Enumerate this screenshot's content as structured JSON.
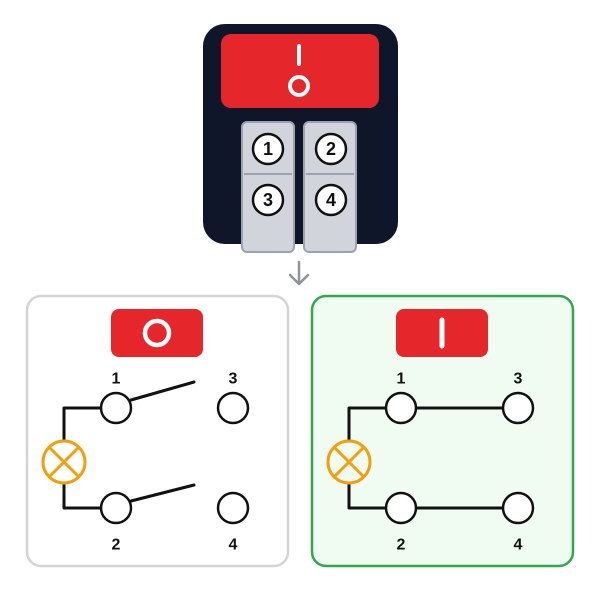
{
  "switch": {
    "body_color": "#0f1629",
    "rocker_color": "#e5262b",
    "rocker_symbol_color": "#ffffff",
    "terminal_color": "#d1d5db",
    "terminal_border": "#9ca3af",
    "terminals": [
      "1",
      "2",
      "3",
      "4"
    ]
  },
  "arrow": {
    "color": "#8d939c"
  },
  "off_state": {
    "symbol": "O",
    "badge_color": "#e5262b",
    "panel_border": "#d4d4d8",
    "panel_fill": "#ffffff",
    "contacts_closed": false,
    "labels": {
      "t1": "1",
      "t2": "2",
      "t3": "3",
      "t4": "4"
    },
    "lamp_color": "#f59e0b",
    "wire_color": "#111111"
  },
  "on_state": {
    "symbol": "I",
    "badge_color": "#e5262b",
    "panel_border": "#2fa84f",
    "panel_fill": "#f0fbf2",
    "contacts_closed": true,
    "labels": {
      "t1": "1",
      "t2": "2",
      "t3": "3",
      "t4": "4"
    },
    "lamp_color": "#f59e0b",
    "wire_color": "#111111"
  }
}
